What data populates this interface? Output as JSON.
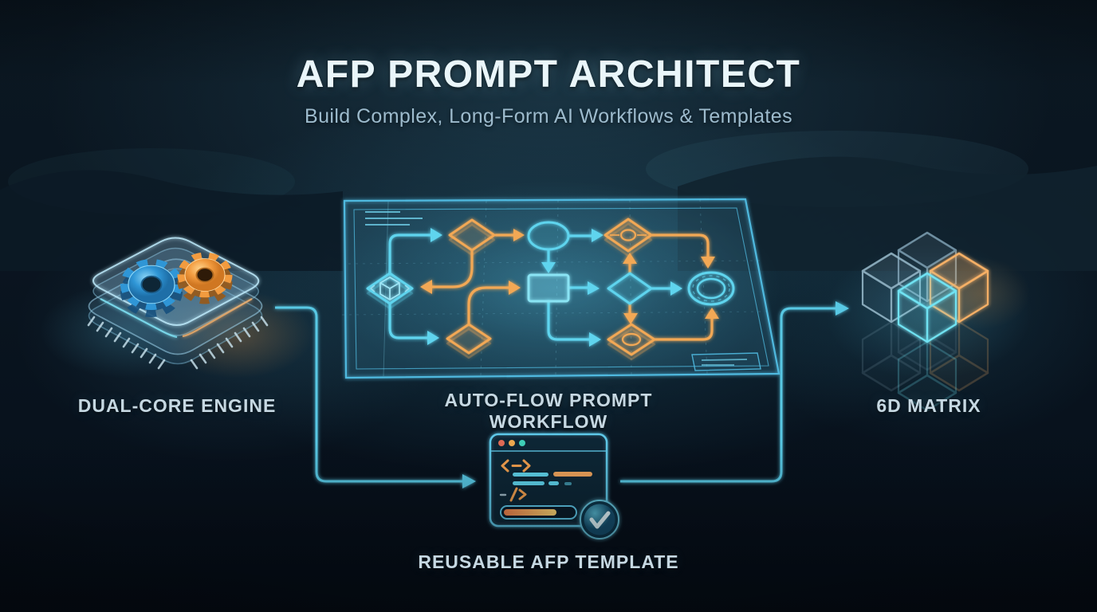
{
  "meta": {
    "type": "infographic-poster",
    "theme": "dark-blueprint"
  },
  "header": {
    "title": "AFP PROMPT ARCHITECT",
    "subtitle": "Build Complex, Long-Form AI Workflows & Templates"
  },
  "sections": {
    "engine": {
      "label": "DUAL-CORE ENGINE",
      "icon": "chip-dual-gear-icon",
      "gears": [
        {
          "name": "gear-blue",
          "color": "#3AA4E4"
        },
        {
          "name": "gear-orange",
          "color": "#F29C45"
        }
      ]
    },
    "workflow": {
      "label": "AUTO-FLOW PROMPT WORKFLOW",
      "icon": "flowchart-blueprint-panel"
    },
    "matrix": {
      "label": "6D MATRIX",
      "icon": "cube-matrix-icon",
      "cube_count": 4
    },
    "template": {
      "label": "REUSABLE AFP TEMPLATE",
      "icon": "code-window-icon",
      "badge": "check-icon",
      "progress_ratio": 0.7
    }
  },
  "flowchart": {
    "nodes": [
      {
        "id": "input-decision",
        "shape": "diamond",
        "color": "cyan",
        "icon": "package-cube"
      },
      {
        "id": "decision-1",
        "shape": "diamond",
        "color": "orange"
      },
      {
        "id": "stage-ellipse",
        "shape": "ellipse",
        "color": "cyan"
      },
      {
        "id": "process-block",
        "shape": "rectangle",
        "color": "cyan"
      },
      {
        "id": "gateway-top",
        "shape": "diamond",
        "color": "orange",
        "icon": "ring"
      },
      {
        "id": "decision-2",
        "shape": "diamond",
        "color": "orange"
      },
      {
        "id": "decision-3",
        "shape": "diamond",
        "color": "cyan"
      },
      {
        "id": "gateway-bottom",
        "shape": "diamond",
        "color": "orange",
        "icon": "ring"
      },
      {
        "id": "end-target",
        "shape": "double-circle",
        "color": "cyan"
      }
    ],
    "edges": [
      {
        "from": "input-decision",
        "to": "decision-1",
        "color": "cyan"
      },
      {
        "from": "decision-1",
        "to": "stage-ellipse",
        "color": "orange"
      },
      {
        "from": "stage-ellipse",
        "to": "process-block",
        "color": "cyan"
      },
      {
        "from": "stage-ellipse",
        "to": "gateway-top",
        "color": "cyan"
      },
      {
        "from": "decision-1",
        "to": "input-decision",
        "color": "orange"
      },
      {
        "from": "input-decision",
        "to": "decision-2",
        "color": "cyan"
      },
      {
        "from": "decision-2",
        "to": "process-block",
        "color": "orange"
      },
      {
        "from": "process-block",
        "to": "decision-3",
        "color": "cyan"
      },
      {
        "from": "decision-3",
        "to": "gateway-top",
        "color": "orange"
      },
      {
        "from": "decision-3",
        "to": "end-target",
        "color": "cyan"
      },
      {
        "from": "decision-3",
        "to": "gateway-bottom",
        "color": "orange"
      },
      {
        "from": "process-block",
        "to": "gateway-bottom",
        "color": "cyan"
      },
      {
        "from": "gateway-bottom",
        "to": "end-target",
        "color": "orange"
      },
      {
        "from": "gateway-top",
        "to": "end-target",
        "color": "orange"
      }
    ]
  },
  "connections": [
    {
      "from": "engine",
      "to": "template"
    },
    {
      "from": "template",
      "to": "matrix"
    }
  ],
  "colors": {
    "background": "#0A1622",
    "accent_cyan": "#5FD4EE",
    "accent_orange": "#F2A855",
    "panel_border": "#4FB9DF",
    "title": "#EAF6FA",
    "subtitle": "#9DBBCD",
    "caption": "#C6D8E2",
    "window_dot_red": "#E06B55",
    "window_dot_amber": "#EFA94F",
    "window_dot_teal": "#3FD0B8",
    "check_badge": "#2E86A6"
  }
}
